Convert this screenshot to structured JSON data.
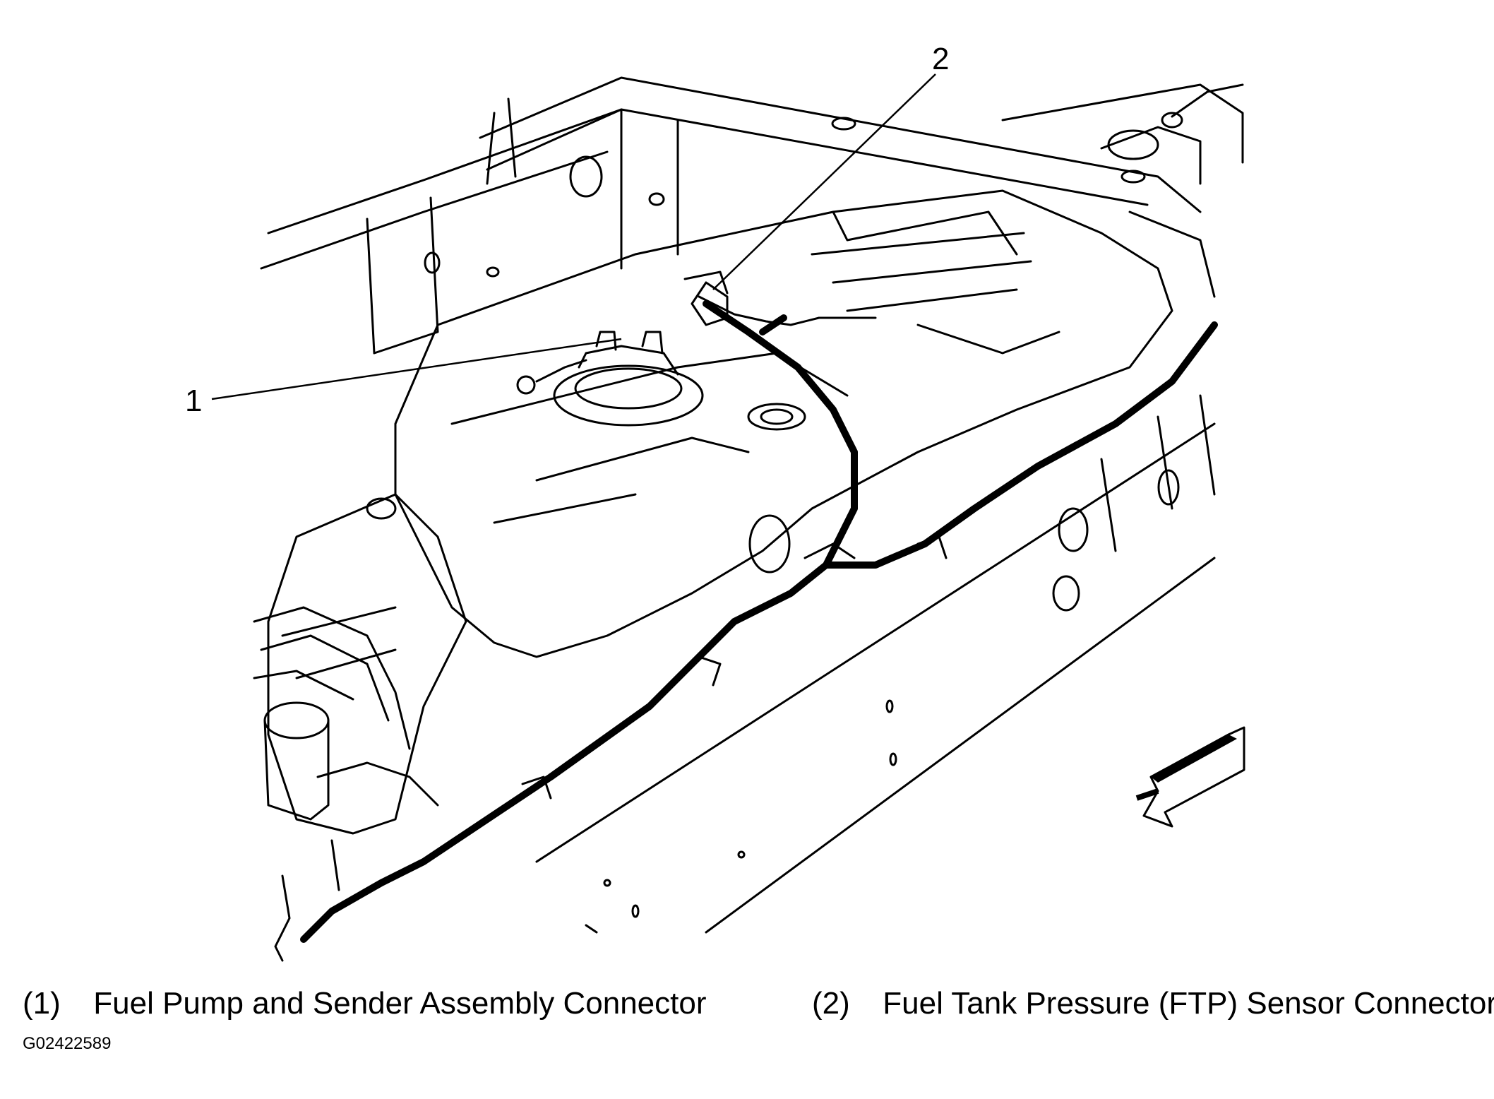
{
  "callouts": [
    {
      "number": "1"
    },
    {
      "number": "2"
    }
  ],
  "legend": [
    {
      "code": "(1)",
      "text": "Fuel Pump and Sender Assembly Connector"
    },
    {
      "code": "(2)",
      "text": "Fuel Tank Pressure (FTP) Sensor Connector"
    }
  ],
  "figure_id": "G02422589",
  "colors": {
    "ink": "#000000",
    "paper": "#ffffff"
  },
  "icons": [
    "direction-arrow-icon"
  ]
}
